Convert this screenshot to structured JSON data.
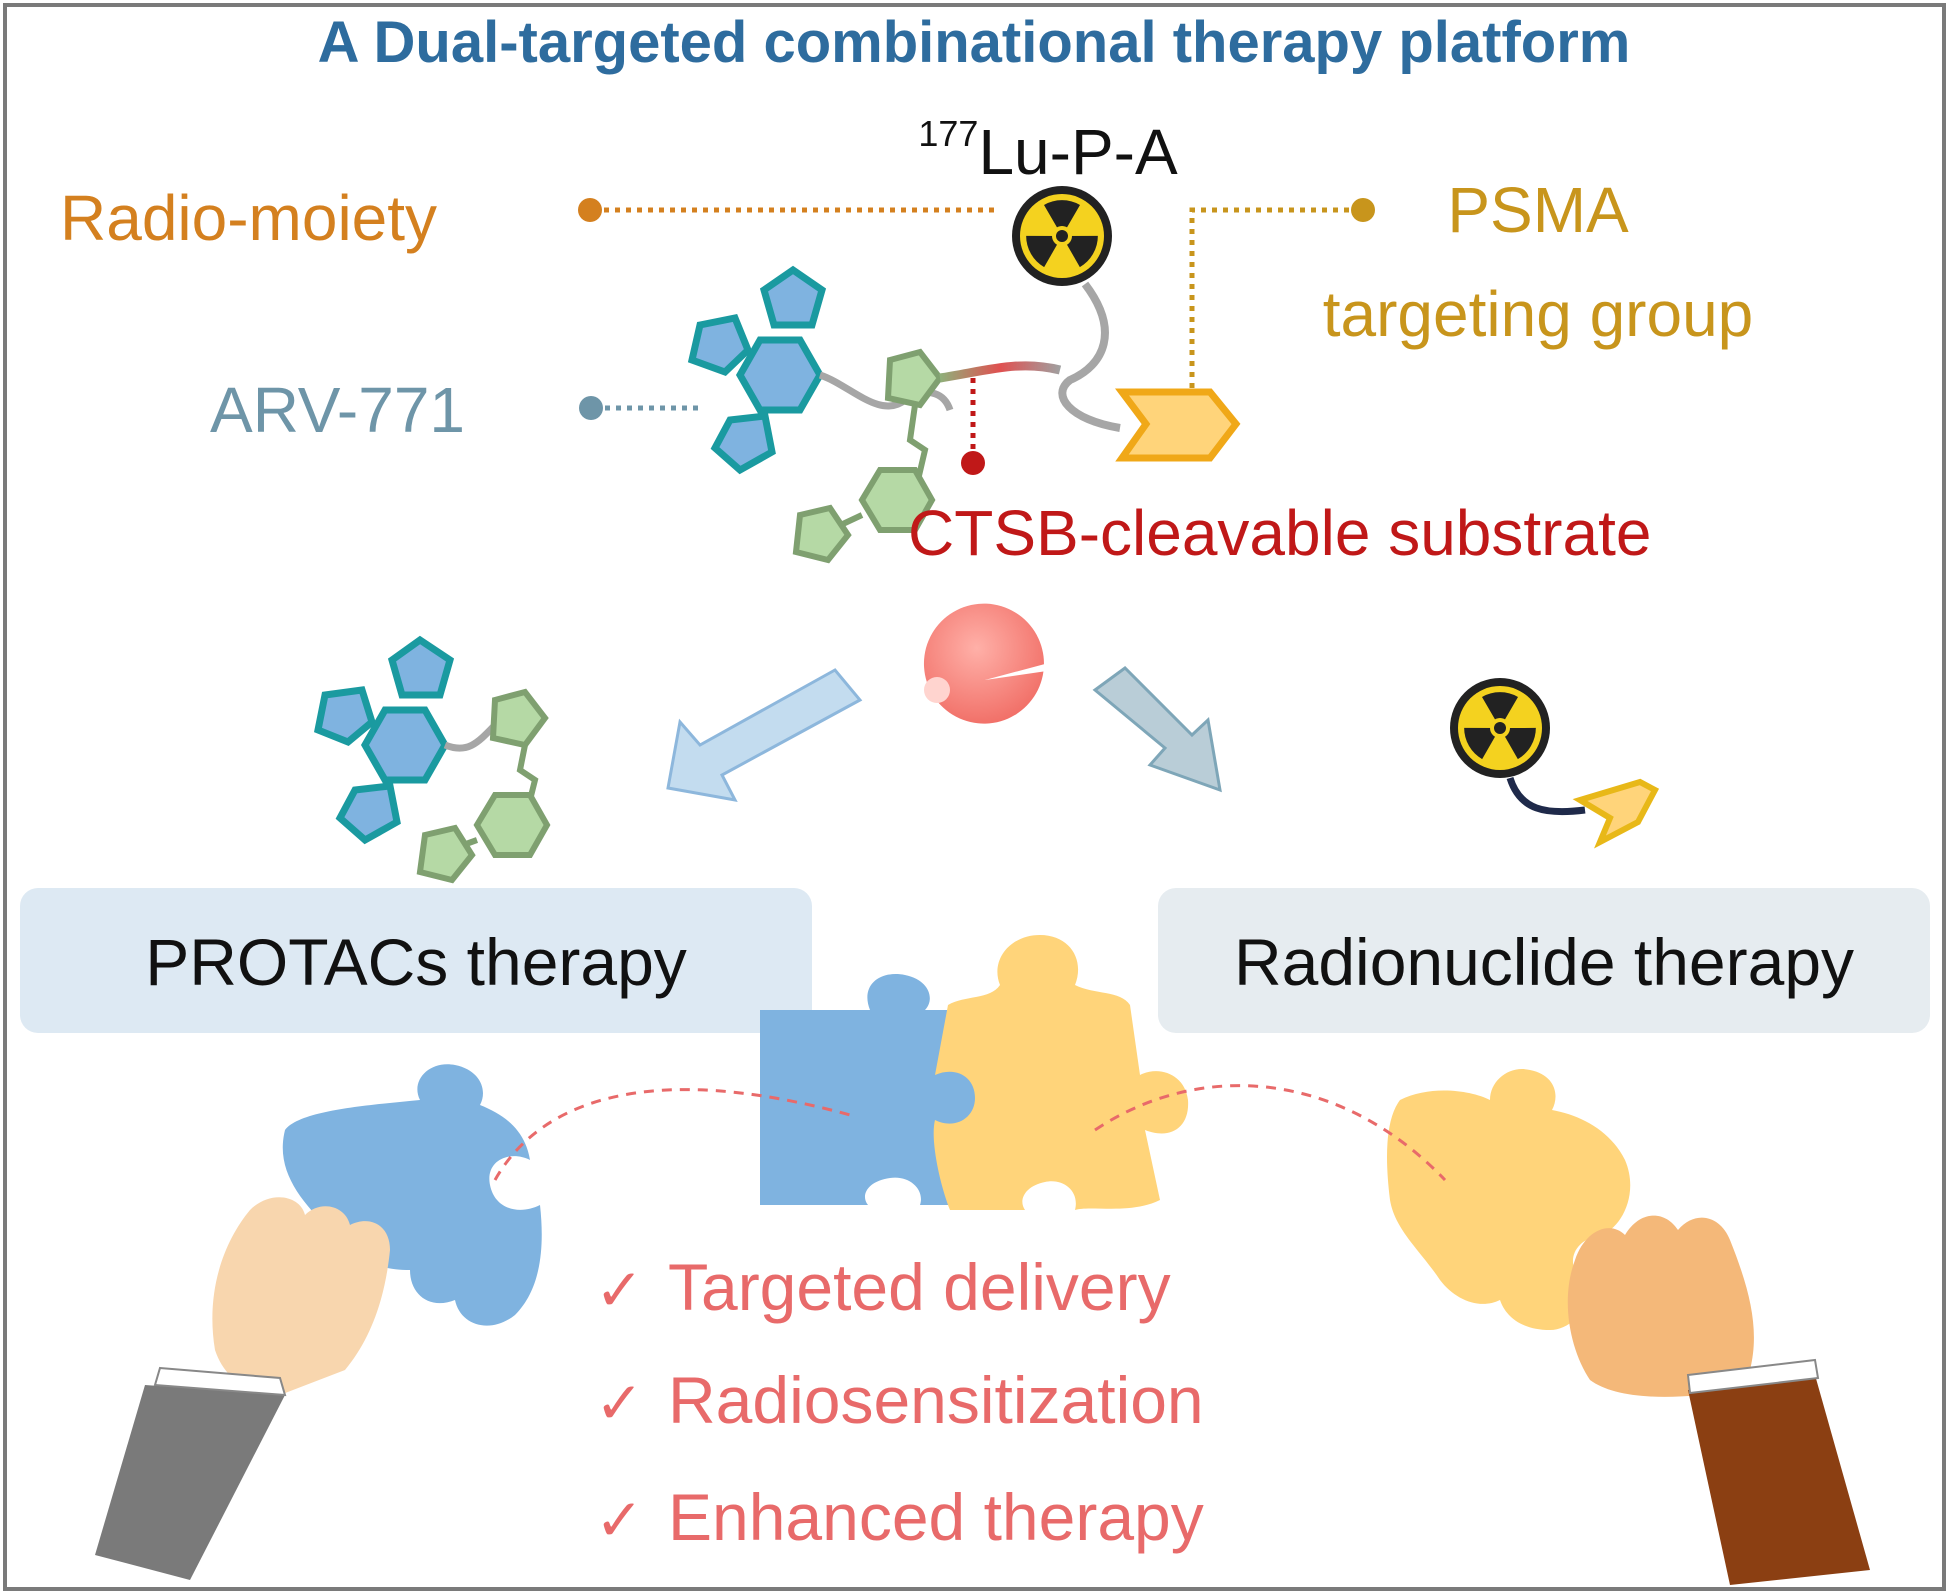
{
  "title": "A Dual-targeted combinational therapy platform",
  "compound": {
    "superscript": "177",
    "name": "Lu-P-A"
  },
  "labels": {
    "radio_moiety": "Radio-moiety",
    "psma_line1": "PSMA",
    "psma_line2": "targeting group",
    "arv": "ARV-771",
    "ctsb": "CTSB-cleavable substrate"
  },
  "therapies": {
    "protacs": "PROTACs therapy",
    "radionuclide": "Radionuclide therapy"
  },
  "benefits": [
    {
      "check": "✓",
      "text": "Targeted delivery"
    },
    {
      "check": "✓",
      "text": "Radiosensitization"
    },
    {
      "check": "✓",
      "text": "Enhanced therapy"
    }
  ],
  "colors": {
    "title": "#2E6C9E",
    "radio": "#D4801F",
    "psma": "#C8951C",
    "arv": "#6E95A8",
    "ctsb": "#C01818",
    "benefit": "#E86A6A",
    "blue_piece": "#7FB3E0",
    "yellow_piece": "#FFD47A",
    "box_left": "#DDE9F3",
    "box_right": "#E6ECF0"
  },
  "icons": [
    "radiation-icon",
    "protac-molecule-icon",
    "enzyme-pacman-icon",
    "puzzle-piece-icon",
    "hand-icon",
    "checkmark-icon"
  ]
}
